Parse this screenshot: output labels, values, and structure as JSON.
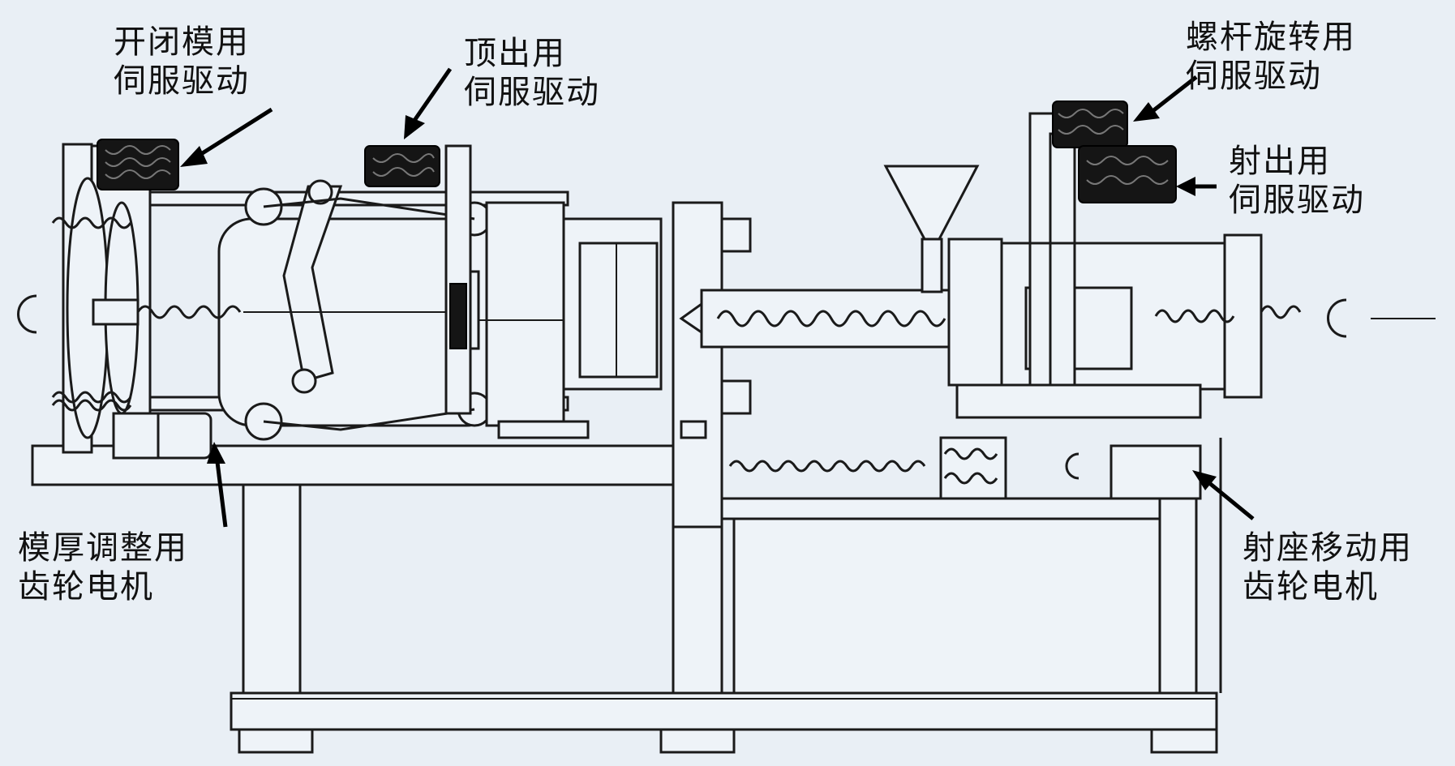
{
  "labels": {
    "mold_open_close_servo": {
      "line1": "开闭模用",
      "line2": "伺服驱动"
    },
    "ejector_servo": {
      "line1": "顶出用",
      "line2": "伺服驱动"
    },
    "screw_rotation_servo": {
      "line1": "螺杆旋转用",
      "line2": "伺服驱动"
    },
    "injection_servo": {
      "line1": "射出用",
      "line2": "伺服驱动"
    },
    "mold_thickness_gear_motor": {
      "line1": "模厚调整用",
      "line2": "齿轮电机"
    },
    "carriage_gear_motor": {
      "line1": "射座移动用",
      "line2": "齿轮电机"
    }
  },
  "colors": {
    "background": "#e9eff5",
    "line": "#1a1a1a",
    "motor": "#151515"
  },
  "icons": [
    "servo-motor-icon",
    "hopper-icon",
    "screw-icon",
    "gear-motor-icon"
  ]
}
